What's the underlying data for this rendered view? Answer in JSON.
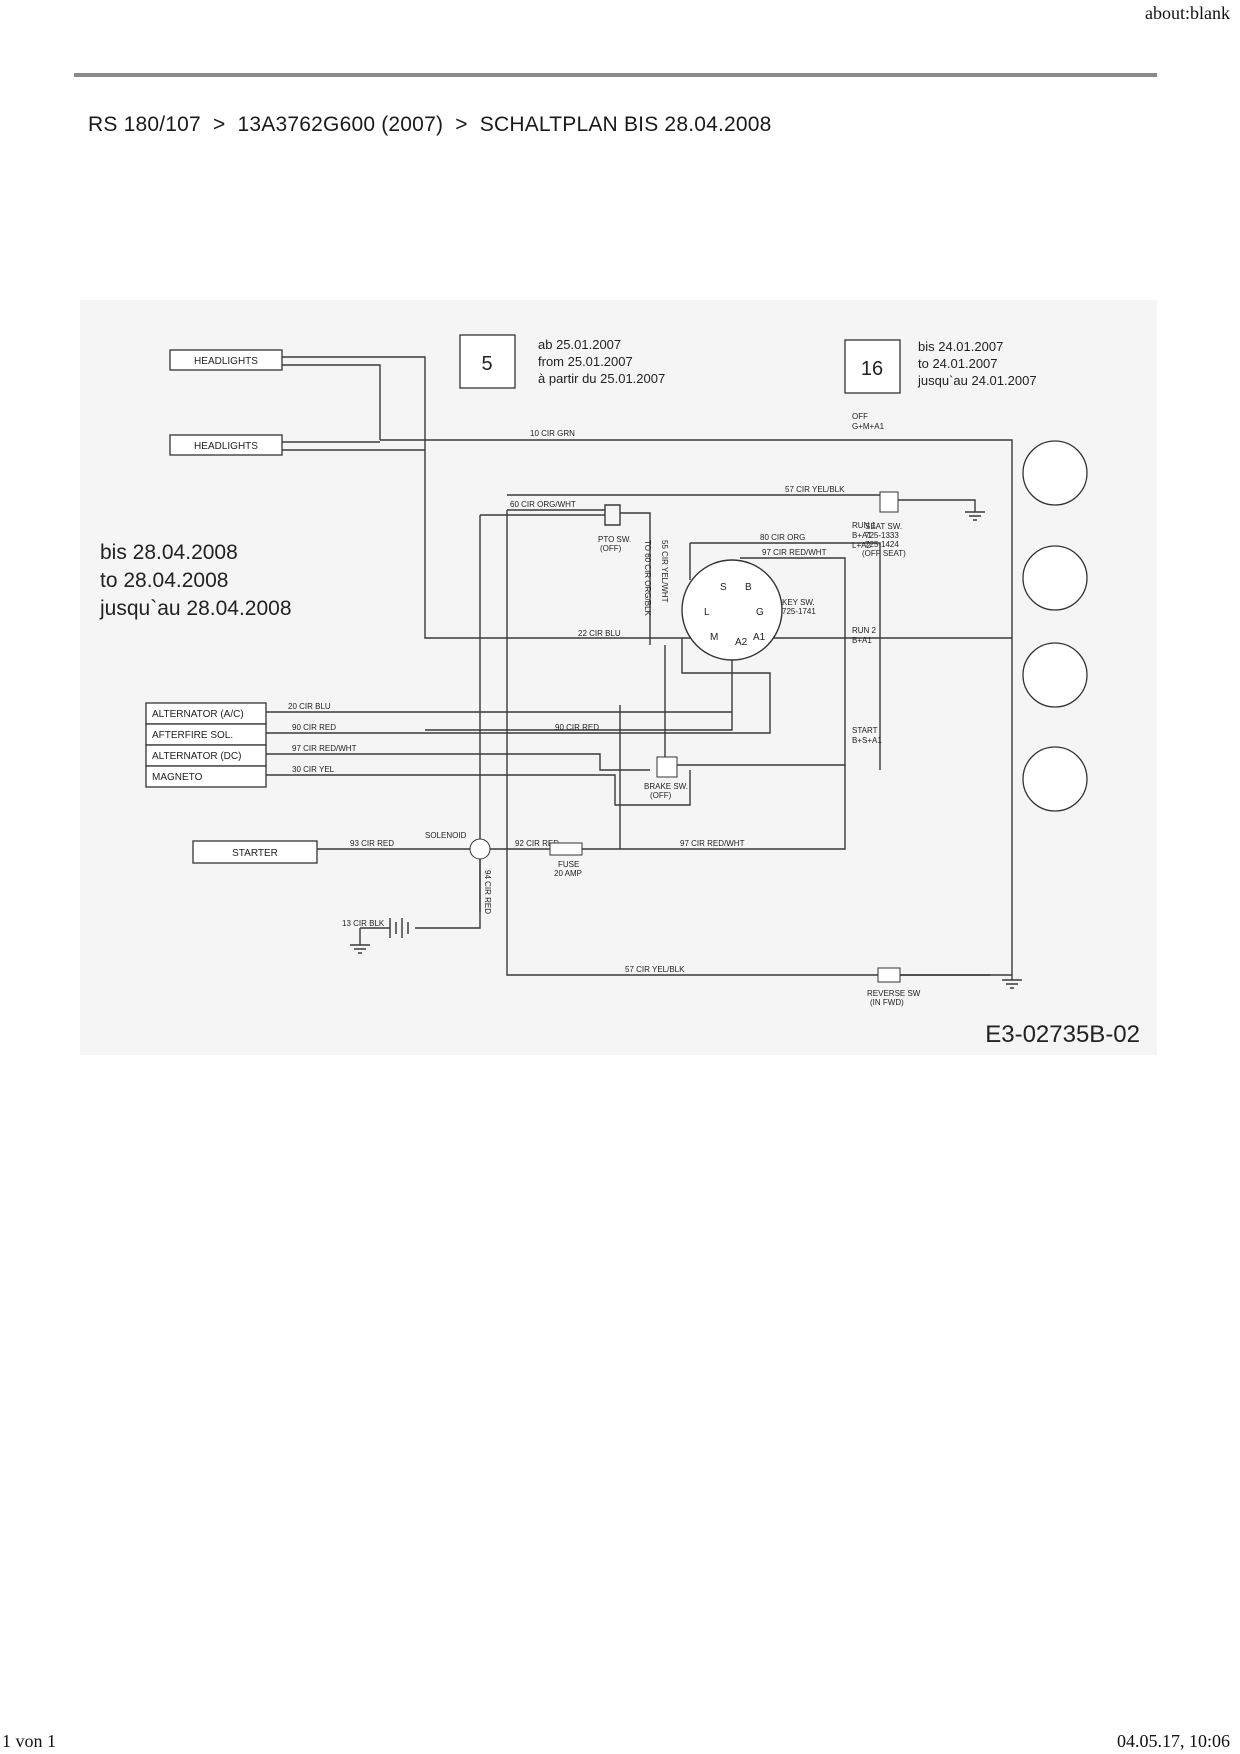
{
  "browser": {
    "header_url": "about:blank",
    "footer_page": "1 von 1",
    "footer_datetime": "04.05.17, 10:06"
  },
  "breadcrumb": {
    "model": "RS 180/107",
    "separator": ">",
    "part_number": "13A3762G600 (2007)",
    "page_title": "SCHALTPLAN BIS 28.04.2008"
  },
  "diagram": {
    "validity": [
      "bis 28.04.2008",
      "to 28.04.2008",
      "jusqu`au 28.04.2008"
    ],
    "variant_box_5": {
      "number": "5",
      "lines": [
        "ab 25.01.2007",
        "from 25.01.2007",
        "à partir du 25.01.2007"
      ]
    },
    "variant_box_16": {
      "number": "16",
      "lines": [
        "bis 24.01.2007",
        "to 24.01.2007",
        "jusqu`au 24.01.2007"
      ]
    },
    "drawing_number": "E3-02735B-02",
    "components": {
      "headlights_1": "HEADLIGHTS",
      "headlights_2": "HEADLIGHTS",
      "alternator_ac": "ALTERNATOR (A/C)",
      "afterfire_sol": "AFTERFIRE SOL.",
      "alternator_dc": "ALTERNATOR (DC)",
      "magneto": "MAGNETO",
      "starter": "STARTER",
      "solenoid": "SOLENOID",
      "pto_sw": [
        "PTO SW.",
        "(OFF)"
      ],
      "seat_sw": [
        "SEAT SW.",
        "725-1333",
        "725-1424",
        "(OFF SEAT)"
      ],
      "key_sw": [
        "KEY SW.",
        "725-1741"
      ],
      "brake_sw": [
        "BRAKE SW.",
        "(OFF)"
      ],
      "fuse": [
        "FUSE",
        "20 AMP"
      ],
      "reverse_sw": [
        "REVERSE SW",
        "(IN FWD)"
      ]
    },
    "wires": {
      "w10": "10 CIR GRN",
      "w57a": "57 CIR YEL/BLK",
      "w60": "60 CIR ORG/WHT",
      "w80": "80 CIR ORG",
      "w97a": "97 CIR RED/WHT",
      "w22": "22 CIR BLU",
      "w20": "20 CIR BLU",
      "w90a": "90 CIR RED",
      "w90b": "90 CIR RED",
      "w97b": "97 CIR RED/WHT",
      "w30": "30 CIR YEL",
      "w93": "93 CIR RED",
      "w92": "92 CIR RED",
      "w97c": "97 CIR RED/WHT",
      "w13": "13 CIR BLK",
      "w94": "94 CIR RED",
      "w57b": "57 CIR YEL/BLK",
      "v60": "TO 60 CIR ORG/BLK",
      "v55": "55 CIR YEL/WHT"
    },
    "key_positions": [
      {
        "name": "OFF",
        "circuit": "G+M+A1"
      },
      {
        "name": "RUN 1",
        "circuit": "B+A1",
        "circuit2": "L+A2"
      },
      {
        "name": "RUN 2",
        "circuit": "B+A1"
      },
      {
        "name": "START",
        "circuit": "B+S+A1"
      }
    ]
  }
}
